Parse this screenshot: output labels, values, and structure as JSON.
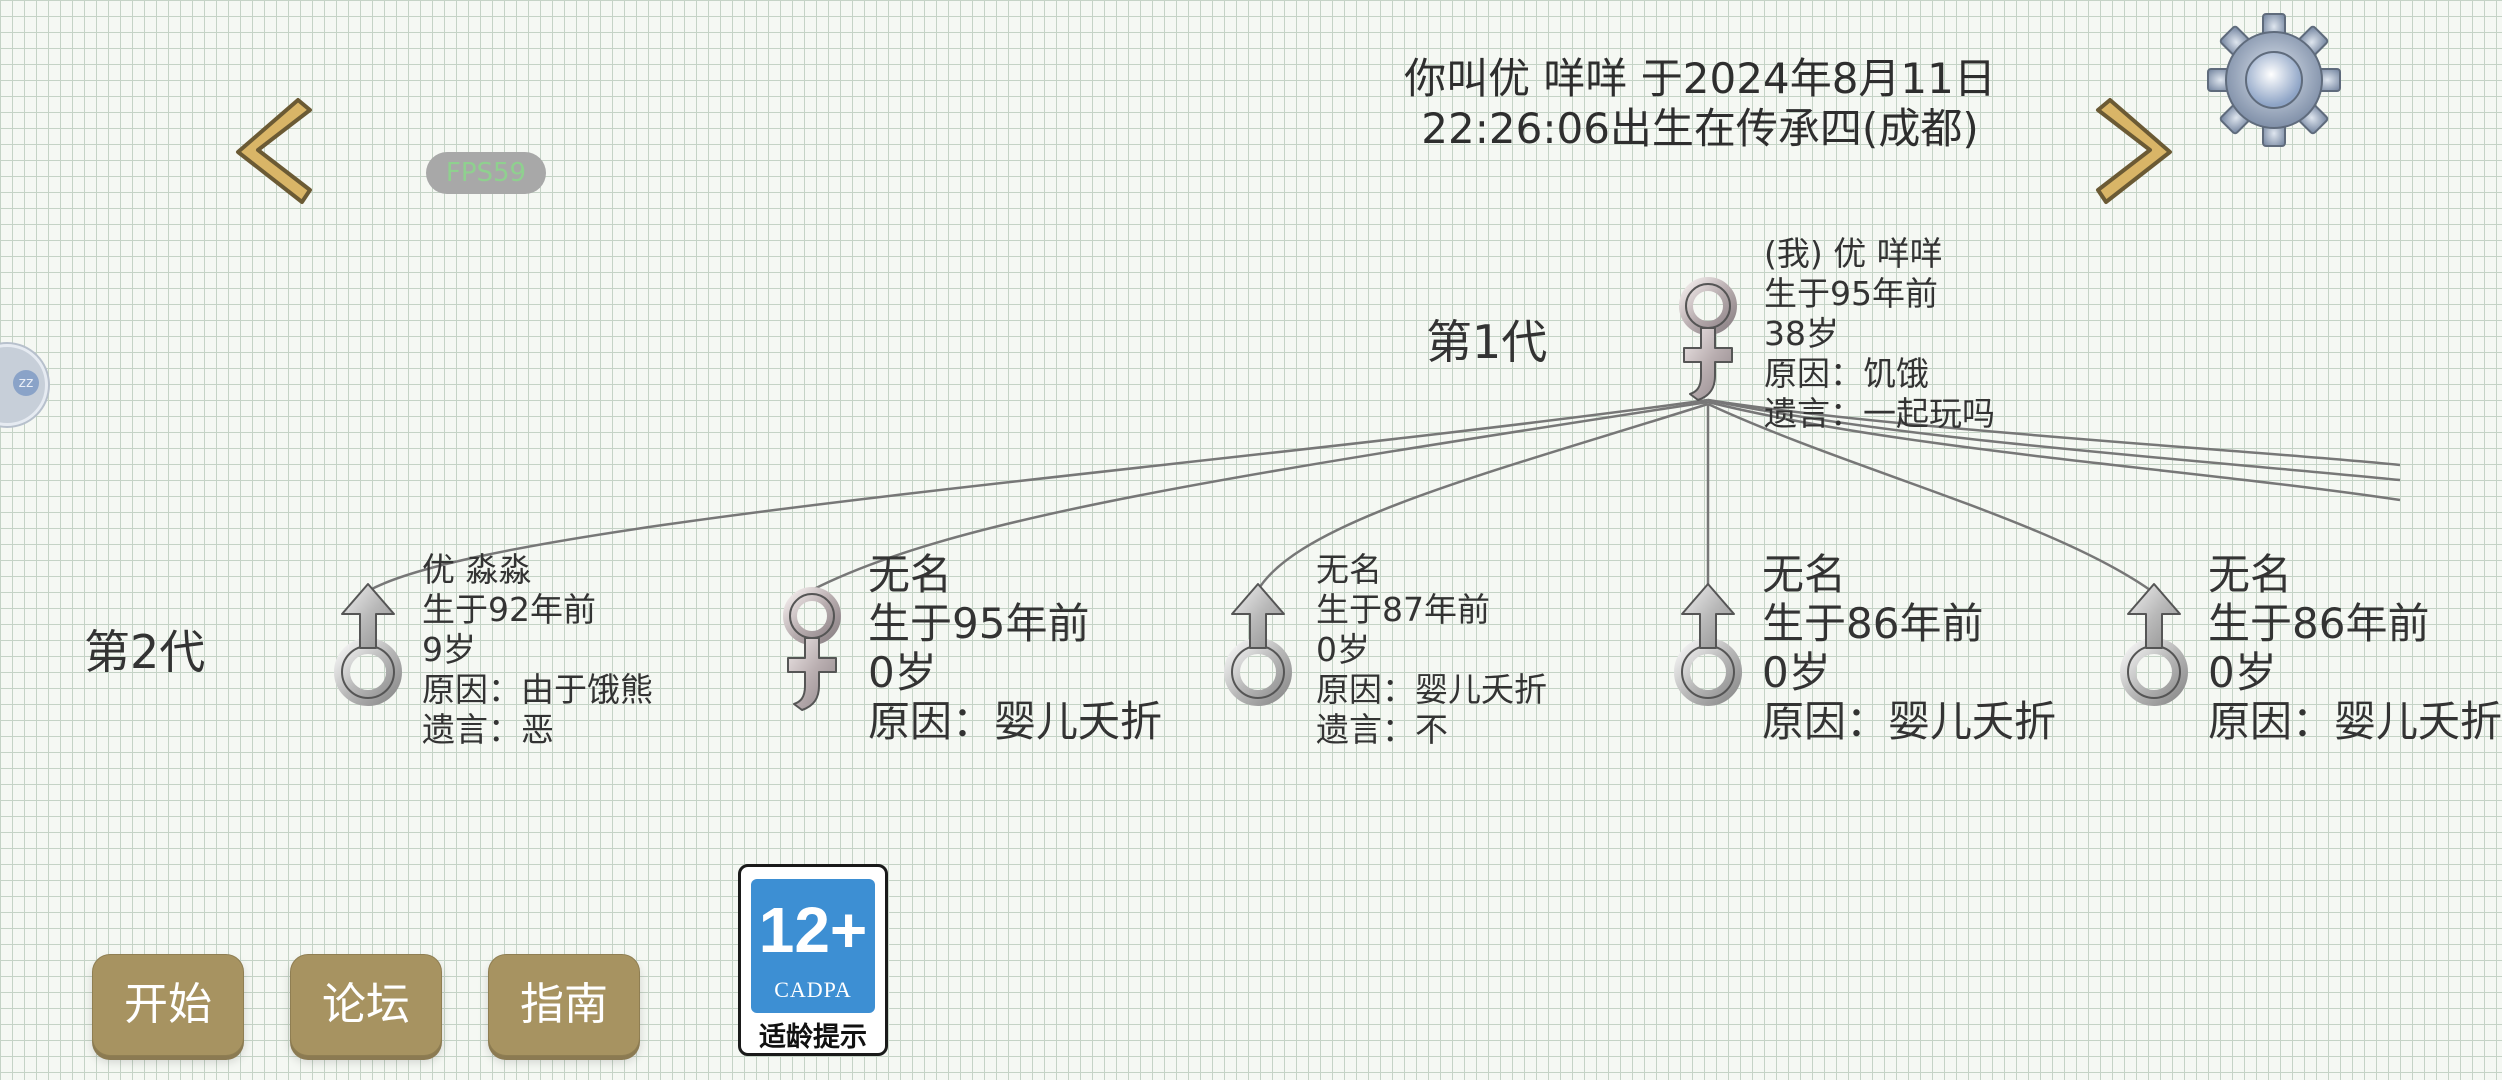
{
  "header": {
    "birth_line1": "你叫优 咩咩 于2024年8月11日",
    "birth_line2": "22:26:06出生在传承四(成都)",
    "fps": "FPS59"
  },
  "side_button": {
    "label": "zz"
  },
  "generations": [
    {
      "label": "第1代",
      "members": [
        {
          "gender": "female",
          "lines": [
            "(我) 优 咩咩",
            "生于95年前",
            "38岁",
            "原因：饥饿",
            "遗言：一起玩吗"
          ]
        }
      ]
    },
    {
      "label": "第2代",
      "members": [
        {
          "gender": "male",
          "lines": [
            "优 淼淼",
            "生于92年前",
            "9岁",
            "原因：由于饿熊",
            "遗言：恶"
          ]
        },
        {
          "gender": "female",
          "lines": [
            "无名",
            "生于95年前",
            "0岁",
            "原因：婴儿夭折"
          ]
        },
        {
          "gender": "male",
          "lines": [
            "无名",
            "生于87年前",
            "0岁",
            "原因：婴儿夭折",
            "遗言：不"
          ]
        },
        {
          "gender": "male",
          "lines": [
            "无名",
            "生于86年前",
            "0岁",
            "原因：婴儿夭折"
          ]
        },
        {
          "gender": "male",
          "lines": [
            "无名",
            "生于86年前",
            "0岁",
            "原因：婴儿夭折"
          ]
        }
      ]
    }
  ],
  "menu": {
    "start": "开始",
    "forum": "论坛",
    "guide": "指南"
  },
  "age_rating": {
    "number": "12+",
    "org": "CADPA",
    "tip": "适龄提示"
  },
  "colors": {
    "arrow": "#d9b567",
    "button": "#a79361",
    "badge_blue": "#3d8fd3",
    "fps_text": "#8fd08f"
  },
  "icons": [
    "chevron-left-icon",
    "chevron-right-icon",
    "gear-icon",
    "male-symbol-icon",
    "female-symbol-icon"
  ]
}
